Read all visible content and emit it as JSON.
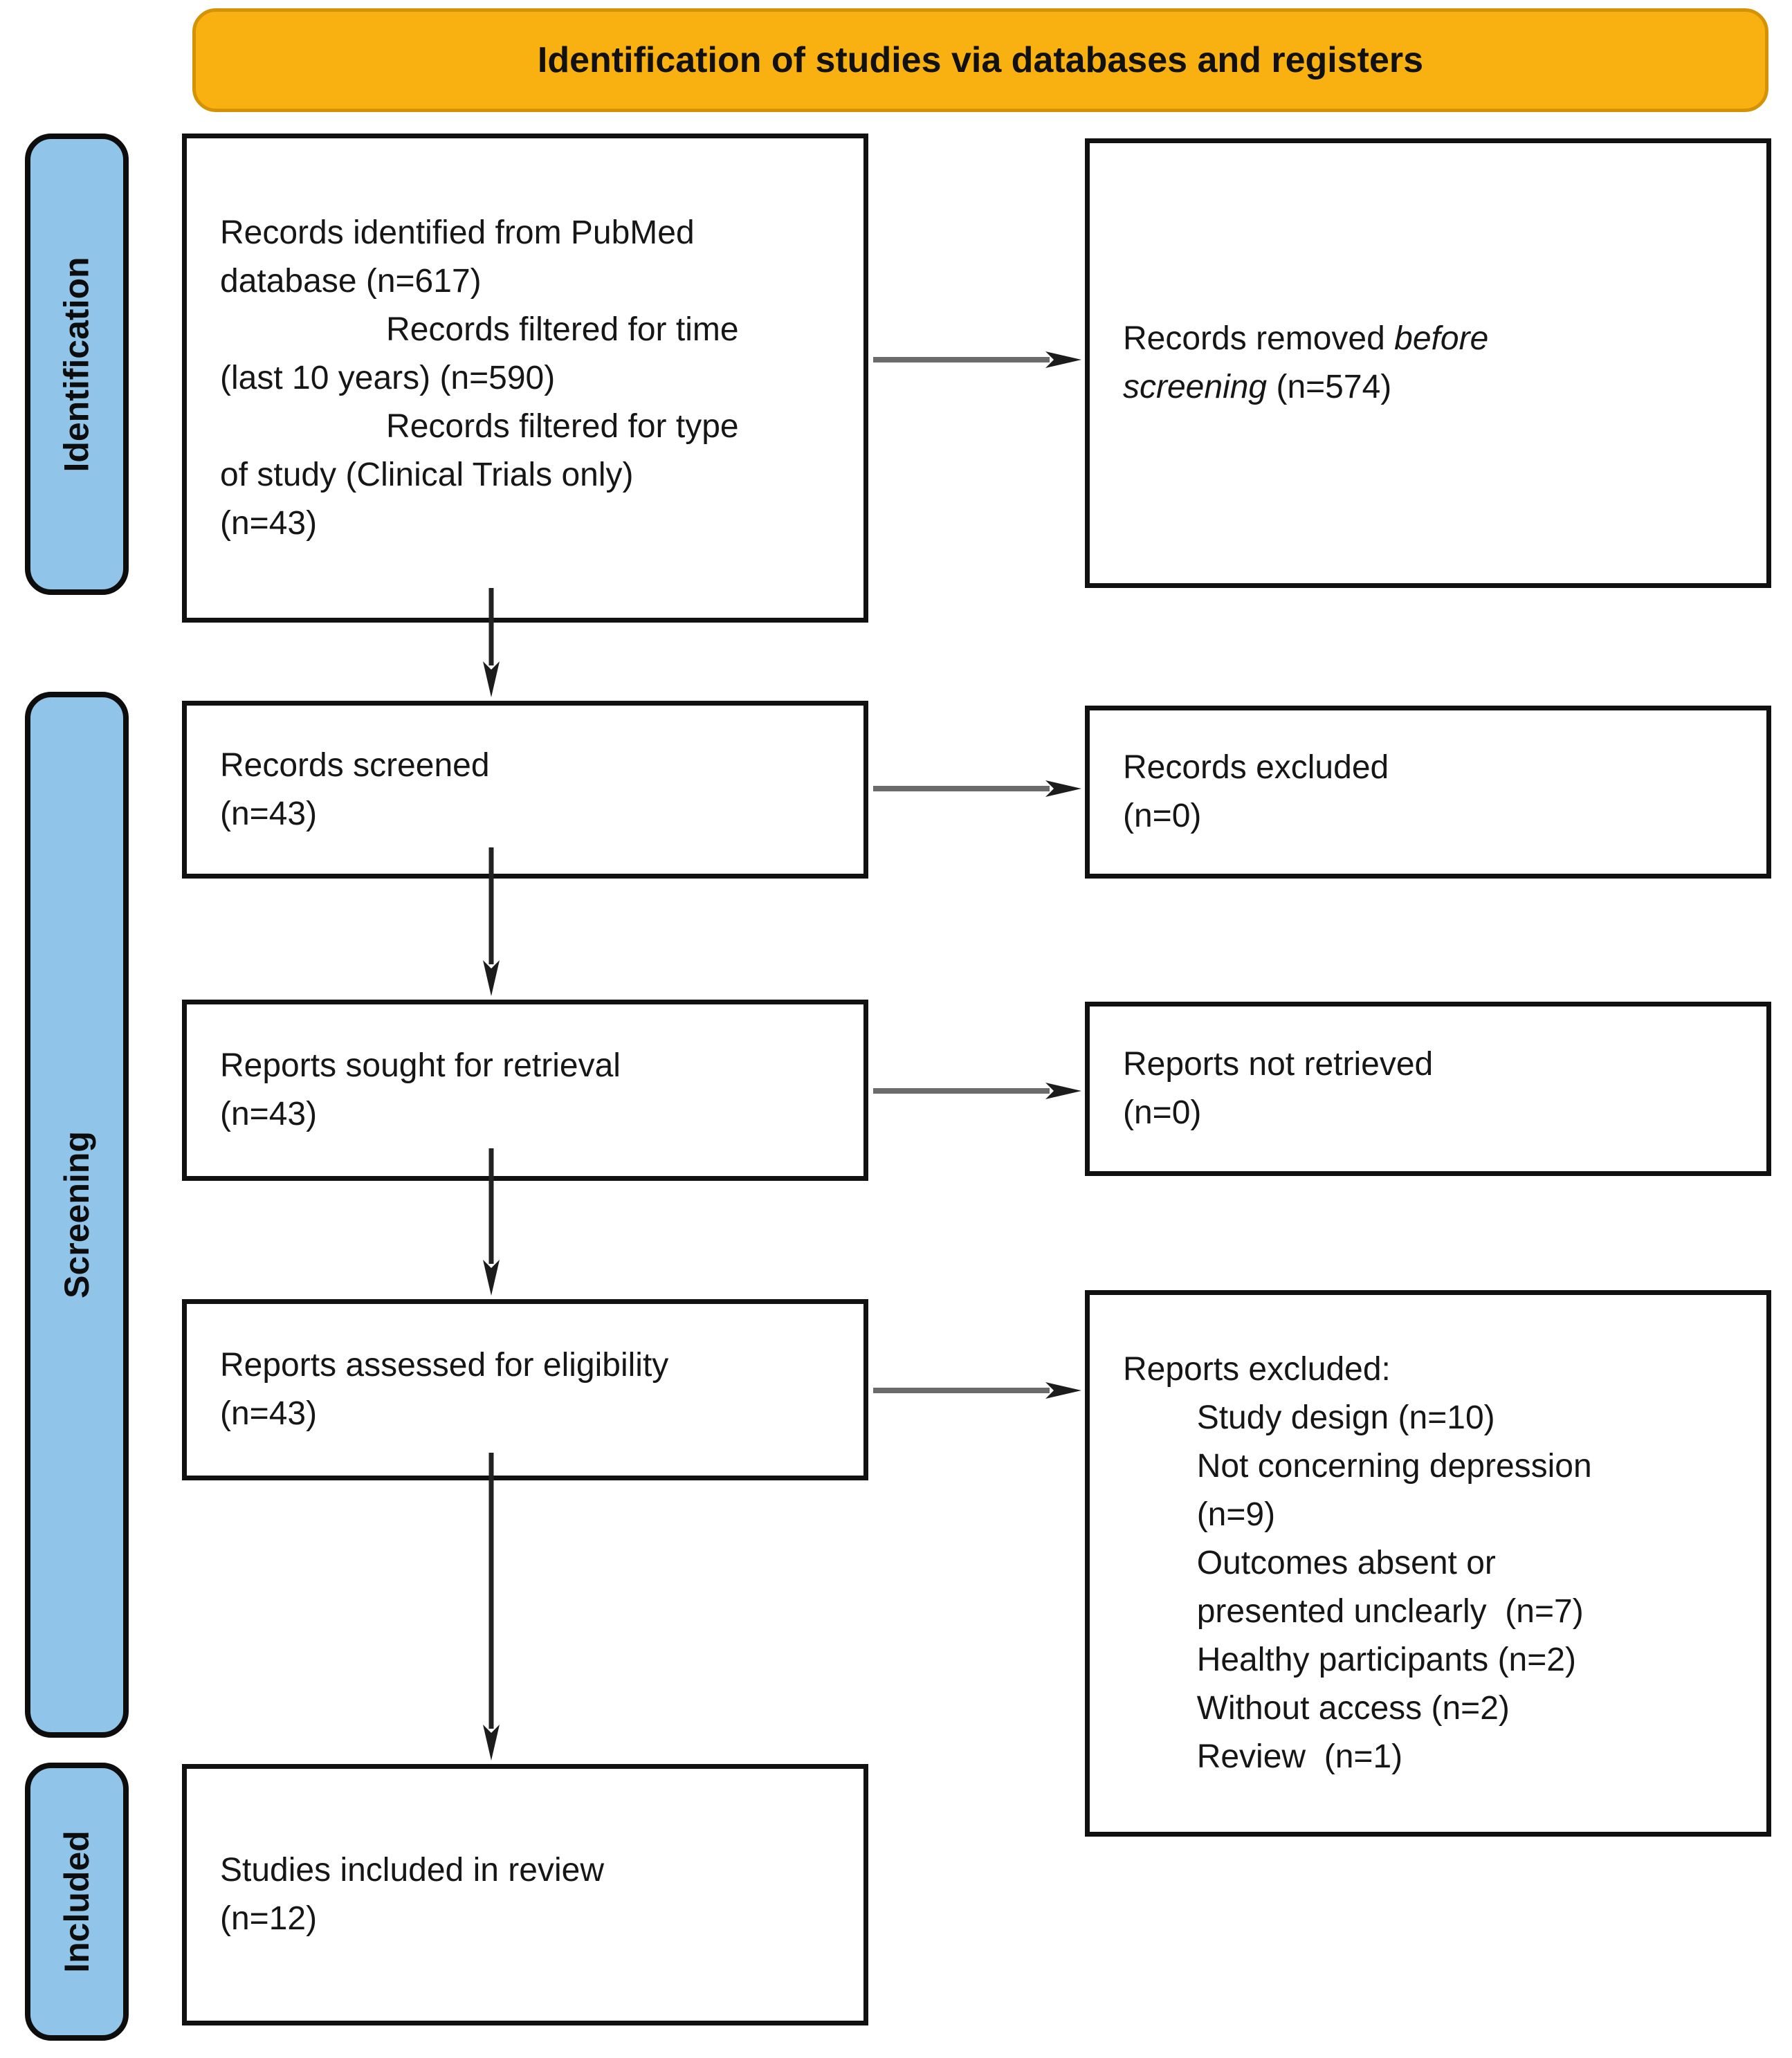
{
  "banner": {
    "label": "Identification of studies via databases and registers"
  },
  "sidebar": [
    {
      "label": "Identification"
    },
    {
      "label": "Screening"
    },
    {
      "label": "Included"
    }
  ],
  "flow": {
    "records_identified": "Records identified from PubMed\ndatabase (n=617)\n                  Records filtered for time\n(last 10 years) (n=590)\n                  Records filtered for type\nof study (Clinical Trials only)\n(n=43)",
    "records_removed": {
      "prefix": "Records removed ",
      "italic": "before screening",
      "suffix": " (n=574)"
    },
    "records_screened": "Records screened\n(n=43)",
    "records_excluded": "Records excluded\n(n=0)",
    "reports_sought": "Reports sought for retrieval\n(n=43)",
    "reports_not_retrieved": "Reports not retrieved\n(n=0)",
    "reports_assessed": "Reports assessed for eligibility\n(n=43)",
    "reports_excluded": "Reports excluded:\n        Study design (n=10)\n        Not concerning depression\n        (n=9)\n        Outcomes absent or\n        presented unclearly  (n=7)\n        Healthy participants (n=2)\n        Without access (n=2)\n        Review  (n=1)",
    "studies_included": "Studies included in review\n(n=12)"
  },
  "colors": {
    "banner_bg": "#F9B011",
    "banner_border": "#D49305",
    "stage_bg": "#90C5E9",
    "box_border": "#111111",
    "arrow_line_horizontal": "#6B6B6B",
    "arrow_line_vertical": "#222222",
    "arrow_head": "#1C1C1C"
  }
}
